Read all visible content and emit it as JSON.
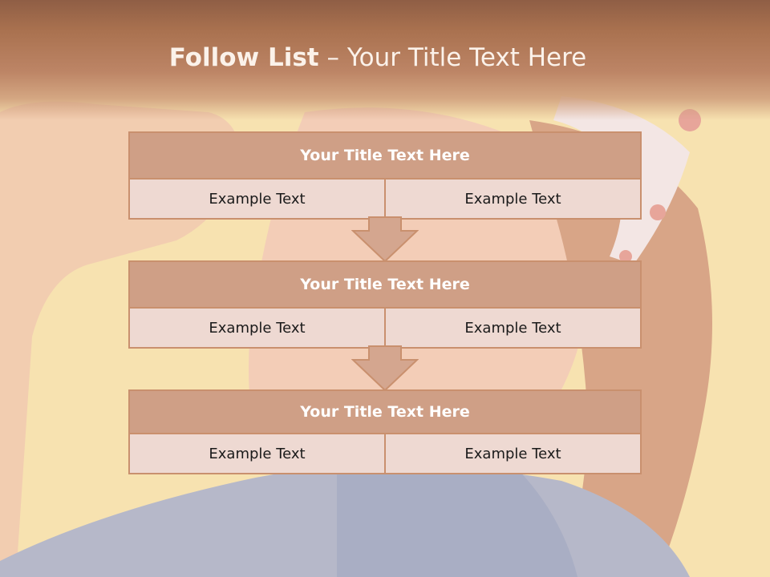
{
  "title": {
    "bold": "Follow List",
    "rest": " – Your Title Text Here"
  },
  "blocks": [
    {
      "title": "Your Title Text Here",
      "left": "Example Text",
      "right": "Example Text"
    },
    {
      "title": "Your Title Text Here",
      "left": "Example Text",
      "right": "Example Text"
    },
    {
      "title": "Your Title Text Here",
      "left": "Example Text",
      "right": "Example Text"
    }
  ],
  "colors": {
    "header": "#a9714f",
    "box_title": "#cf9f86",
    "box_body": "#eed9d2",
    "border": "#c9906e",
    "background": "#f7e2b0"
  }
}
